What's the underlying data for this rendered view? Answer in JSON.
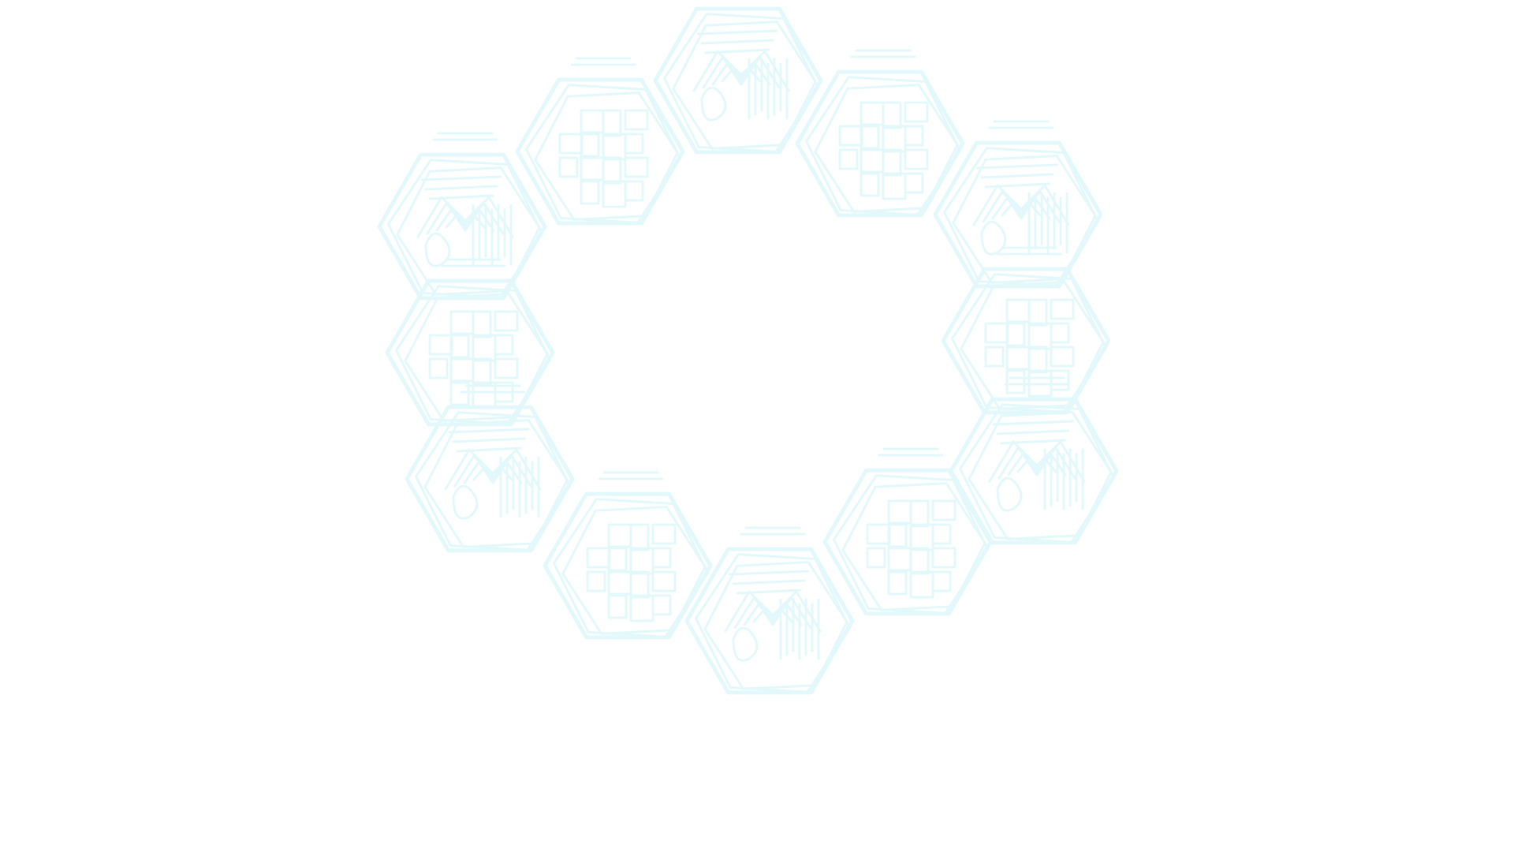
{
  "ornament": {
    "stroke_color": "#e3f8fa",
    "background_color": "#ffffff",
    "tile_count": 12,
    "tiles": [
      {
        "name": "hex-tile-1",
        "pattern": "spiral"
      },
      {
        "name": "hex-tile-2",
        "pattern": "grid"
      },
      {
        "name": "hex-tile-3",
        "pattern": "spiral"
      },
      {
        "name": "hex-tile-4",
        "pattern": "grid"
      },
      {
        "name": "hex-tile-5",
        "pattern": "spiral"
      },
      {
        "name": "hex-tile-6",
        "pattern": "grid"
      },
      {
        "name": "hex-tile-7",
        "pattern": "spiral"
      },
      {
        "name": "hex-tile-8",
        "pattern": "grid"
      },
      {
        "name": "hex-tile-9",
        "pattern": "spiral"
      },
      {
        "name": "hex-tile-10",
        "pattern": "grid"
      },
      {
        "name": "hex-tile-11",
        "pattern": "spiral"
      },
      {
        "name": "hex-tile-12",
        "pattern": "grid"
      }
    ]
  }
}
